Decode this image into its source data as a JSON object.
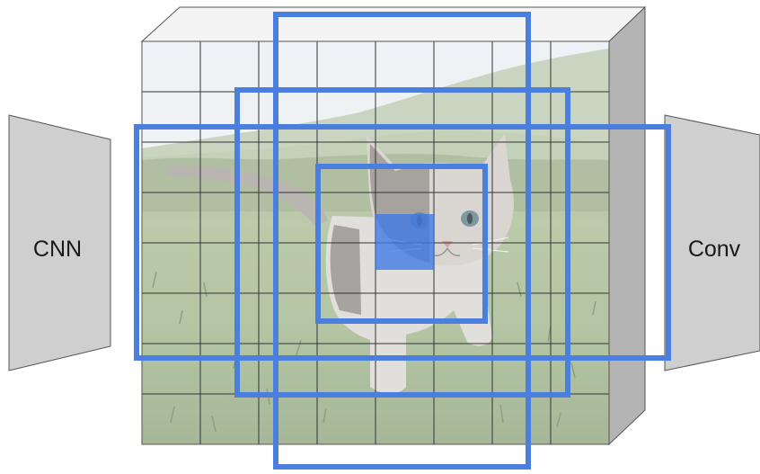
{
  "labels": {
    "left": "CNN",
    "right": "Conv"
  },
  "grid": {
    "columns": 8,
    "rows": 8,
    "highlighted_cell": {
      "column": 5,
      "row": 5
    }
  },
  "colors": {
    "box": "#4a7fe0",
    "highlight": "#3f78e6",
    "block_side": "#b4b4b4",
    "block_top": "#f4f4f4",
    "trapezoid": "#cfcfcf",
    "grid_line": "#333333"
  },
  "image_content": {
    "subject": "kitten",
    "icon": "kitten-photo"
  }
}
